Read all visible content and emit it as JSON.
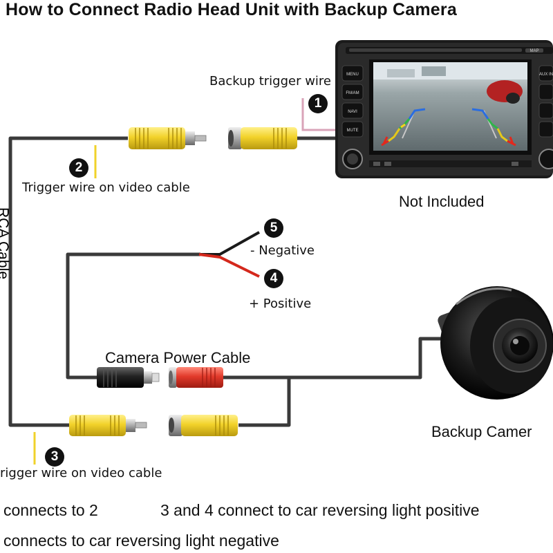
{
  "title": "How to Connect Radio Head Unit with Backup Camera",
  "labels": {
    "backup_trigger_wire": "Backup trigger wire",
    "trigger_wire_top": "Trigger wire on video cable",
    "trigger_wire_bottom": "rigger wire on video cable",
    "not_included": "Not Included",
    "negative": "- Negative",
    "positive": "+ Positive",
    "camera_power_cable": "Camera Power Cable",
    "backup_camera": "Backup Camer",
    "rca_cable_vertical": "RCA Cable"
  },
  "badges": {
    "b1": "1",
    "b2": "2",
    "b3": "3",
    "b4": "4",
    "b5": "5"
  },
  "notes": {
    "line1_left": "connects to 2",
    "line1_right": "3 and 4 connect to car reversing light positive",
    "line2": "connects to car reversing light negative"
  },
  "head_unit": {
    "buttons_left": [
      "MENU",
      "FM/AM",
      "NAVI",
      "MUTE"
    ],
    "buttons_right": [
      "AUX IN",
      "",
      "",
      ""
    ],
    "top_label": "MAP"
  },
  "colors": {
    "rca_yellow": "#f0d22a",
    "power_red": "#e23a2b",
    "cable": "#3a3a3a",
    "trigger_wire": "#f0d22a",
    "backup_trigger": "#d9a3b8"
  }
}
